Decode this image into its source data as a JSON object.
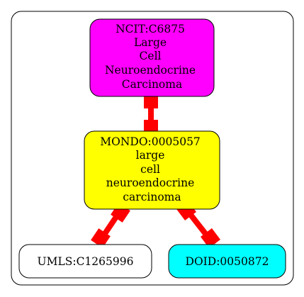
{
  "diagram": {
    "nodes": [
      {
        "id": "ncit",
        "lines": [
          "NCIT:C6875",
          "Large",
          "Cell",
          "Neuroendocrine",
          "Carcinoma"
        ],
        "fill": "#ff00ff"
      },
      {
        "id": "mondo",
        "lines": [
          "MONDO:0005057",
          "large",
          "cell",
          "neuroendocrine",
          "carcinoma"
        ],
        "fill": "#ffff00"
      },
      {
        "id": "umls",
        "lines": [
          "UMLS:C1265996"
        ],
        "fill": "#ffffff"
      },
      {
        "id": "doid",
        "lines": [
          "DOID:0050872"
        ],
        "fill": "#00ffff"
      }
    ],
    "edges": [
      {
        "from": "ncit",
        "to": "mondo",
        "color": "#ff0000",
        "arrow": "both"
      },
      {
        "from": "mondo",
        "to": "umls",
        "color": "#ff0000",
        "arrow": "both"
      },
      {
        "from": "mondo",
        "to": "doid",
        "color": "#ff0000",
        "arrow": "both"
      }
    ],
    "colors": {
      "stroke": "#000000",
      "edge": "#ff0000"
    }
  }
}
